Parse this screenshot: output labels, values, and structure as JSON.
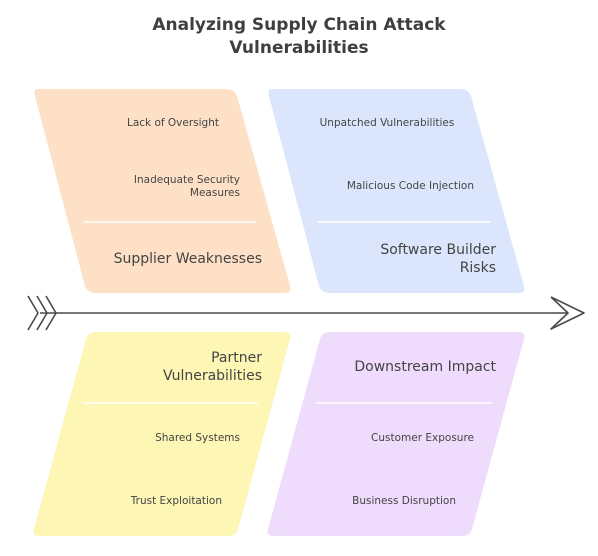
{
  "title": {
    "line1": "Analyzing Supply Chain Attack",
    "line2": "Vulnerabilities"
  },
  "colors": {
    "supplier_fill": "#fde0c6",
    "software_fill": "#dbe6fd",
    "partner_fill": "#fdf6b4",
    "downstream_fill": "#efdcfd",
    "spine": "#4a4a4a",
    "divider": "#ffffff"
  },
  "quadrants": {
    "supplier": {
      "heading": "Supplier Weaknesses",
      "items": [
        "Lack of Oversight",
        "Inadequate Security Measures"
      ]
    },
    "software": {
      "heading": "Software Builder Risks",
      "items": [
        "Unpatched Vulnerabilities",
        "Malicious Code Injection"
      ]
    },
    "partner": {
      "heading": "Partner Vulnerabilities",
      "items": [
        "Shared Systems",
        "Trust Exploitation"
      ]
    },
    "downstream": {
      "heading": "Downstream Impact",
      "items": [
        "Customer Exposure",
        "Business Disruption"
      ]
    }
  }
}
